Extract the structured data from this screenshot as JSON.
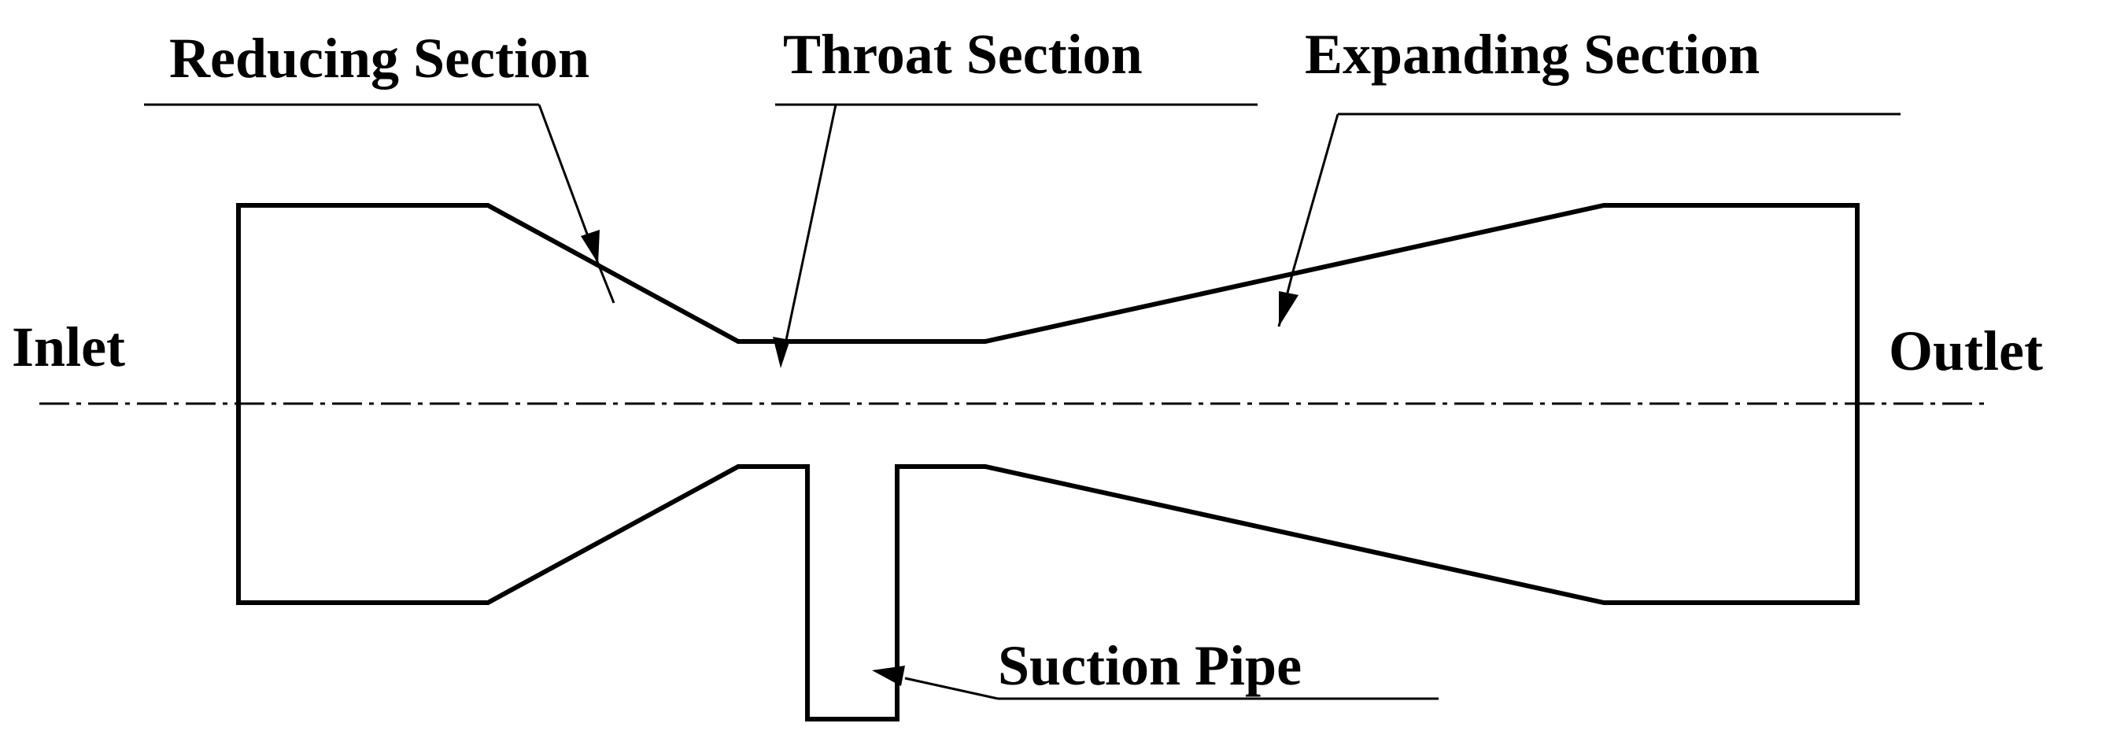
{
  "labels": {
    "reducing_section": "Reducing Section",
    "throat_section": "Throat Section",
    "expanding_section": "Expanding Section",
    "inlet": "Inlet",
    "outlet": "Outlet",
    "suction_pipe": "Suction Pipe"
  }
}
